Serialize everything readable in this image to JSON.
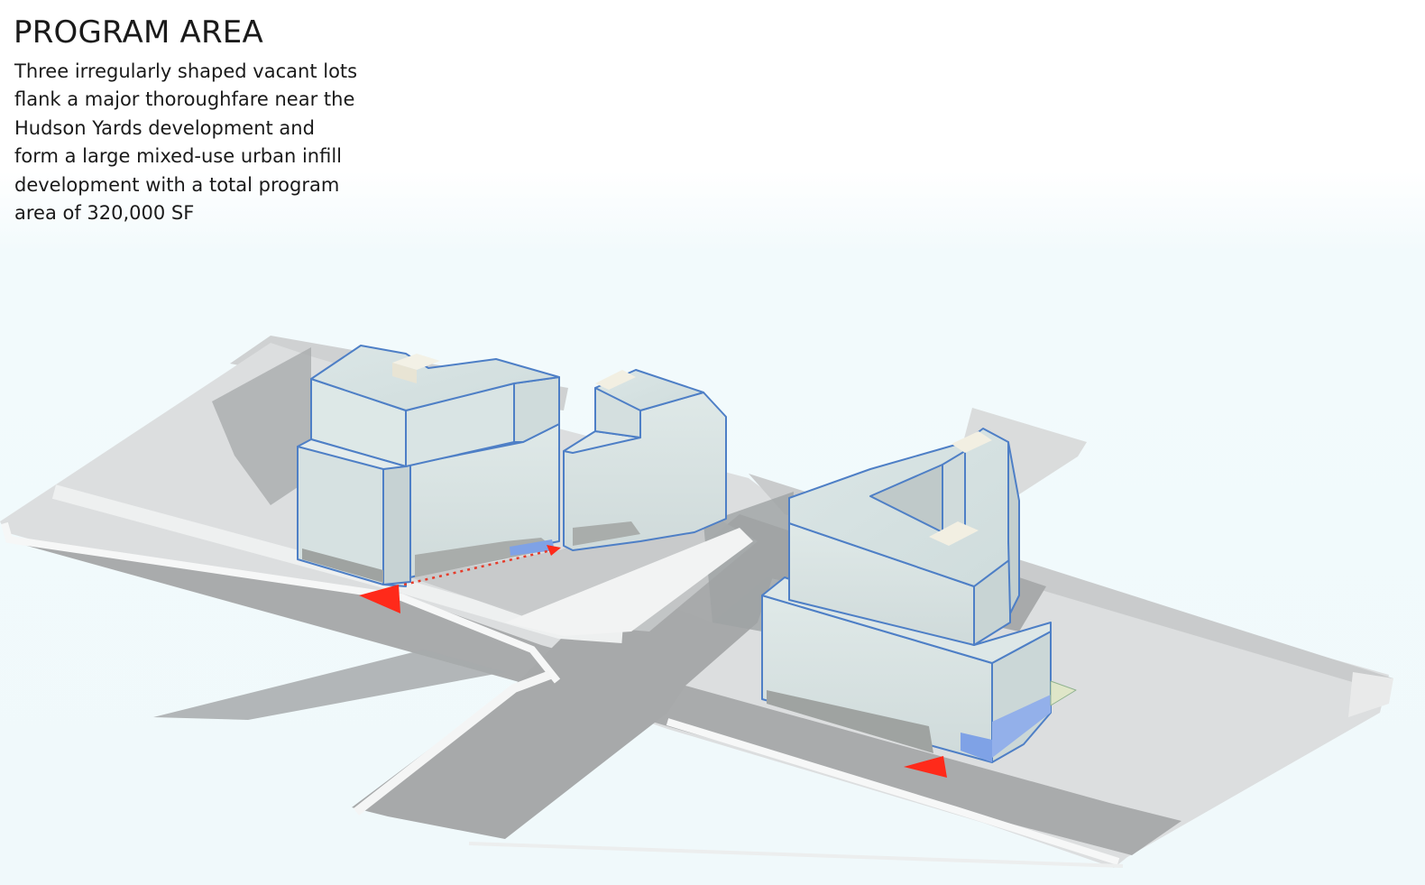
{
  "header": {
    "title": "PROGRAM AREA",
    "lines": [
      "Three irregularly shaped vacant lots",
      "flank a major thoroughfare near the",
      "Hudson Yards development and",
      "form a large mixed-use urban infill",
      "development with a  total program",
      "area of 320,000 SF"
    ]
  },
  "colors": {
    "building_face": "#d9e4e4",
    "building_outline": "#4e7fc6",
    "road": "#a8aaab",
    "sidewalk": "#e2e4e4",
    "entry_arrow": "#ff2a1a",
    "glass": "#7fa2e6"
  },
  "icons": [
    "entry-arrow-icon",
    "entry-arrow-icon",
    "entry-arrow-icon"
  ]
}
